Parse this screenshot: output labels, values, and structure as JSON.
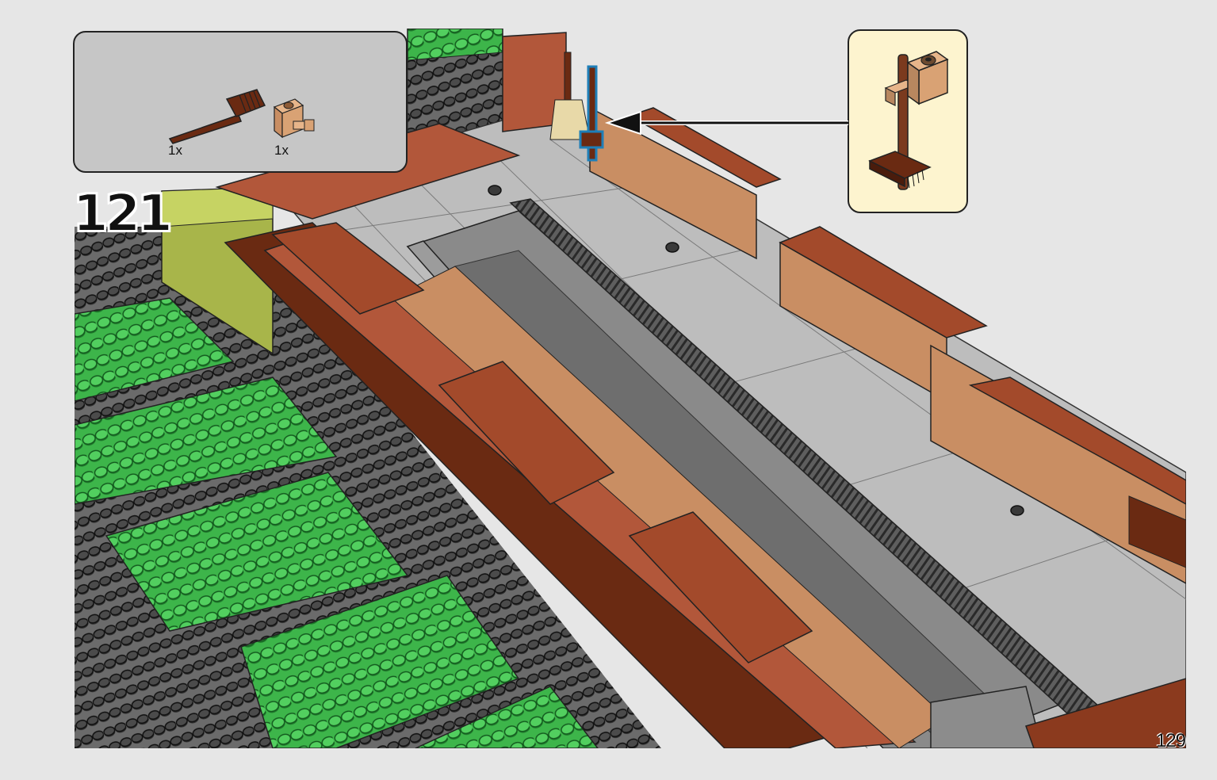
{
  "step": {
    "number": "121"
  },
  "parts_list": {
    "items": [
      {
        "name": "brush-icon",
        "quantity": "1x"
      },
      {
        "name": "bracket-brick-icon",
        "quantity": "1x"
      }
    ]
  },
  "callout": {
    "icon": "broom-on-bracket-icon"
  },
  "page": {
    "number": "129"
  },
  "colors": {
    "background": "#e6e6e6",
    "parts_box": "#c6c6c6",
    "callout_box": "#fdf4cf",
    "brick_red": "#b2573a",
    "reddish_brown": "#6a2a12",
    "tan": "#c98e63",
    "grass_green": "#3db54a",
    "dark_gray": "#6b6b6b",
    "light_gray": "#bfbfbf"
  }
}
